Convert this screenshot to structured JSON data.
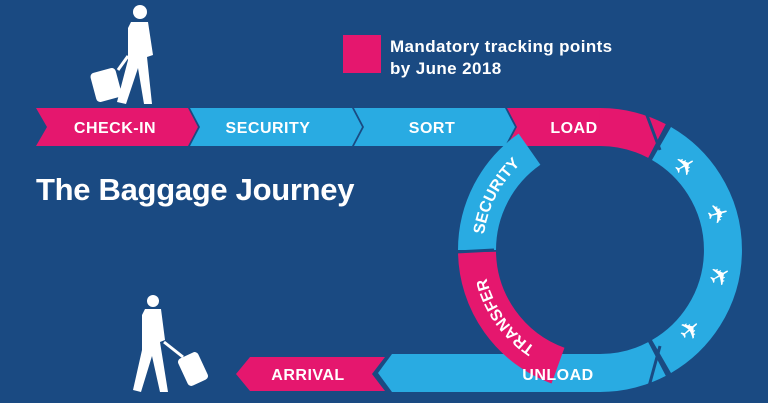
{
  "title": "The Baggage Journey",
  "legend": {
    "line1": "Mandatory tracking points",
    "line2": "by June 2018",
    "color": "#e5176e"
  },
  "colors": {
    "background": "#1a4a82",
    "standard": "#29abe2",
    "mandatory": "#e5176e"
  },
  "stages": {
    "checkin": "CHECK-IN",
    "security": "SECURITY",
    "sort": "SORT",
    "load": "LOAD",
    "flight_icon": "airplane-icon",
    "unload": "UNLOAD",
    "arrival": "ARRIVAL",
    "transfer": "TRANSFER",
    "transfer_security": "SECURITY"
  }
}
